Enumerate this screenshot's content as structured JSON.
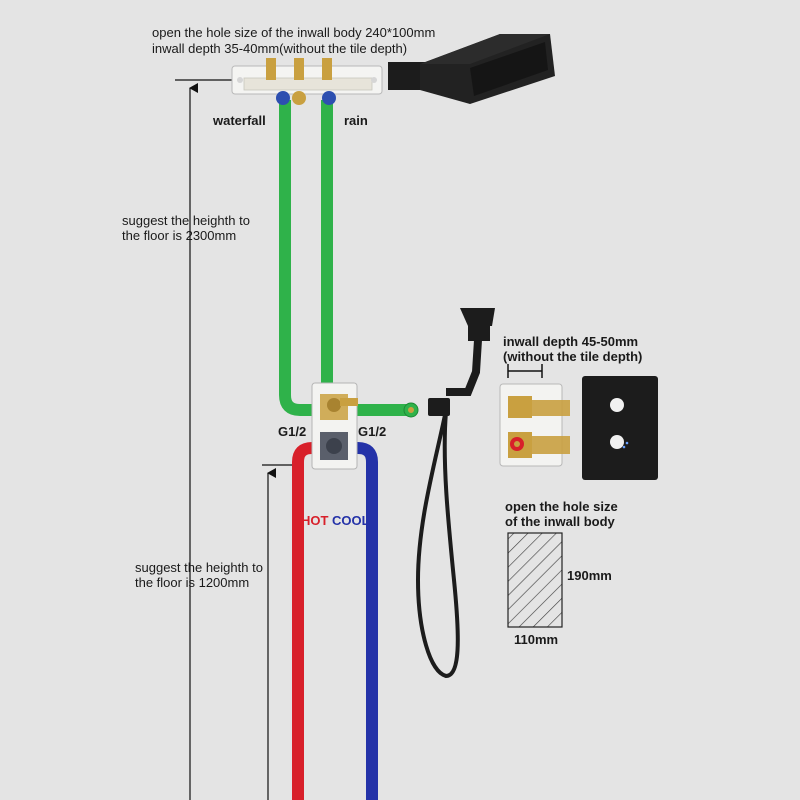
{
  "labels": {
    "top_line1": "open the hole size of the inwall body 240*100mm",
    "top_line2": "inwall depth 35-40mm(without the tile depth)",
    "waterfall": "waterfall",
    "rain": "rain",
    "height_top_line1": "suggest the heighth to",
    "height_top_line2": "the floor is 2300mm",
    "inwall_depth_line1": "inwall depth 45-50mm",
    "inwall_depth_line2": "(without the tile depth)",
    "g12_left": "G1/2",
    "g12_right": "G1/2",
    "hot": "HOT",
    "cool": "COOL",
    "hole_size_line1": "open the hole size",
    "hole_size_line2": "of the inwall body",
    "dim_190": "190mm",
    "dim_110": "110mm",
    "height_bottom_line1": "suggest the heighth to",
    "height_bottom_line2": "the floor is 1200mm"
  },
  "colors": {
    "background": "#e4e4e4",
    "green_pipe": "#2fb24a",
    "hot_pipe": "#d8202a",
    "cool_pipe": "#2432a8",
    "hot_text": "#d8202a",
    "cool_text": "#2432a8",
    "fixture_black": "#1c1c1c",
    "brass": "#c9a040"
  }
}
